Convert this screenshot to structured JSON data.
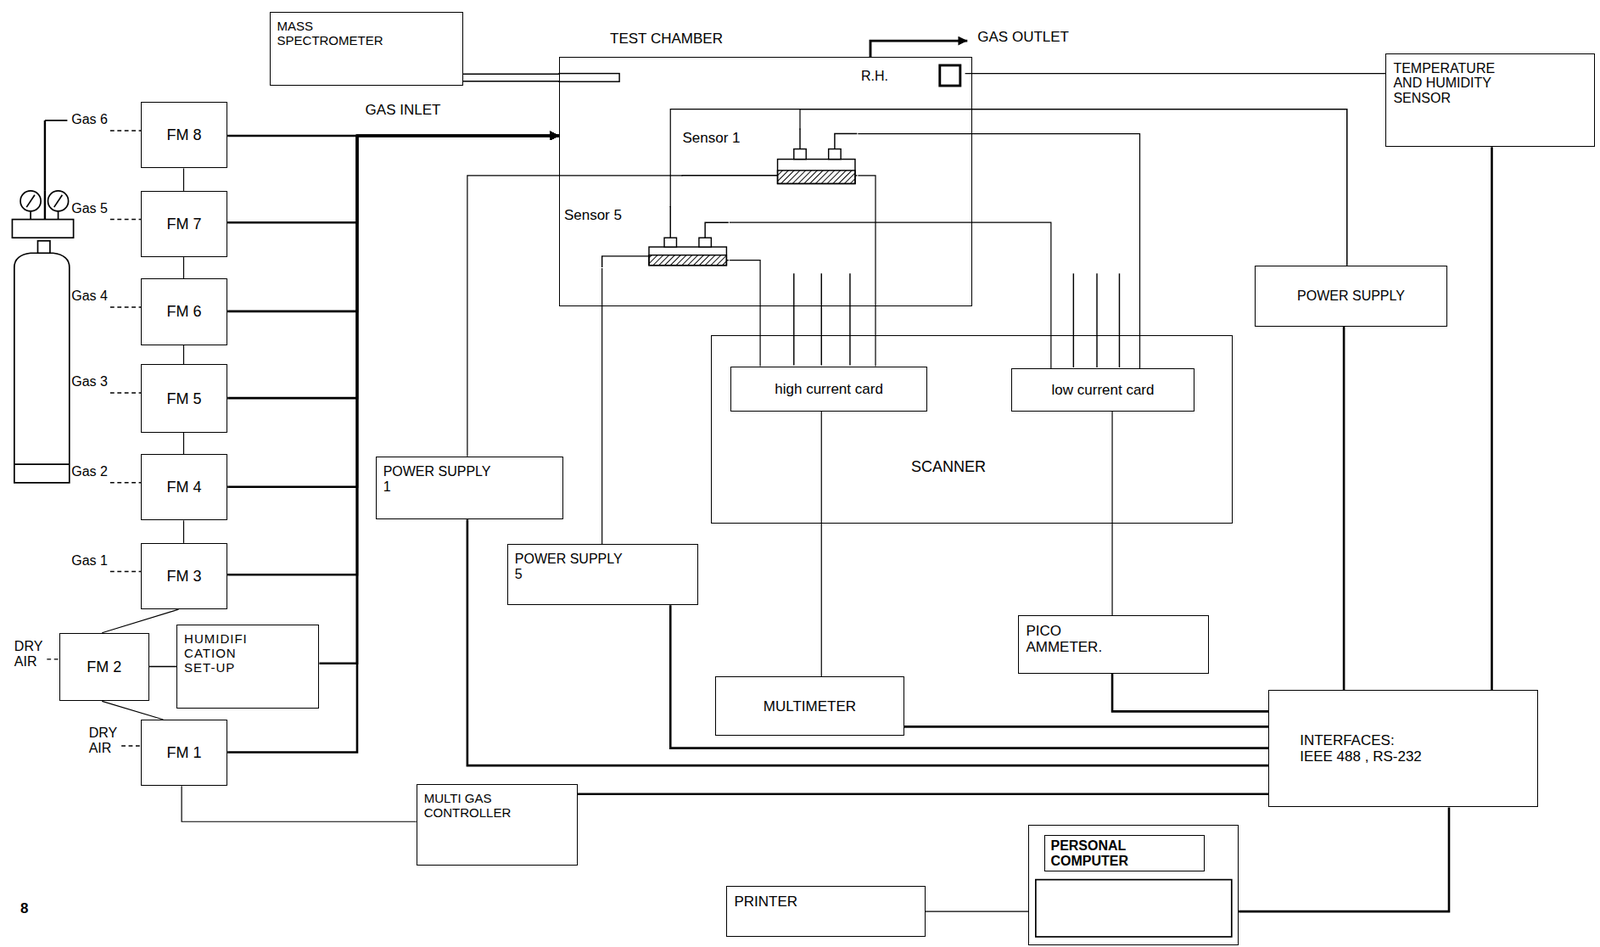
{
  "diagram": {
    "nodes": [
      {
        "text": [
          "MASS SPECTROMETER"
        ]
      },
      {
        "text": [
          "TEST CHAMBER"
        ]
      },
      {
        "text": [
          "R.H."
        ],
        "in": 1
      },
      {
        "text": [
          "Sensor 1"
        ],
        "in": 1
      },
      {
        "text": [
          "Sensor 5"
        ],
        "in": 1
      },
      {
        "text": [
          "TEMPERATURE AND HUMIDITY SENSOR"
        ]
      },
      {
        "text": [
          "FM 8"
        ]
      },
      {
        "text": [
          "FM 7"
        ]
      },
      {
        "text": [
          "FM 6"
        ]
      },
      {
        "text": [
          "FM 5"
        ]
      },
      {
        "text": [
          "FM 4"
        ]
      },
      {
        "text": [
          "FM 3"
        ]
      },
      {
        "text": [
          "FM 2"
        ]
      },
      {
        "text": [
          "HUMIDIFI CATION SET-UP"
        ]
      },
      {
        "text": [
          "FM 1"
        ]
      },
      {
        "text": [
          "POWER SUPPLY 1"
        ]
      },
      {
        "text": [
          "POWER SUPPLY 5"
        ]
      },
      {
        "text": [
          "POWER SUPPLY"
        ]
      },
      {
        "text": [
          "SCANNER"
        ]
      },
      {
        "text": [
          "high current card"
        ],
        "in": 18
      },
      {
        "text": [
          "low current card"
        ],
        "in": 18
      },
      {
        "text": [
          "PICO AMMETER."
        ]
      },
      {
        "text": [
          "MULTIMETER"
        ]
      },
      {
        "text": [
          "MULTI GAS CONTROLLER"
        ]
      },
      {
        "text": [
          "INTERFACES: IEEE 488 , RS-232"
        ]
      },
      {
        "text": [
          "PRINTER"
        ]
      },
      {
        "text": [
          "PERSONAL COMPUTER"
        ]
      }
    ],
    "edges": [
      {
        "from": 0,
        "to": 1,
        "arrow": "none"
      },
      {
        "from": 6,
        "to": 1,
        "arrow": "to"
      },
      {
        "from": 7,
        "to": 1,
        "arrow": "to"
      },
      {
        "from": 8,
        "to": 1,
        "arrow": "to"
      },
      {
        "from": 9,
        "to": 1,
        "arrow": "to"
      },
      {
        "from": 10,
        "to": 1,
        "arrow": "to"
      },
      {
        "from": 11,
        "to": 1,
        "arrow": "to"
      },
      {
        "from": 13,
        "to": 1,
        "arrow": "to"
      },
      {
        "from": 14,
        "to": 1,
        "arrow": "to"
      },
      {
        "from": 12,
        "to": 13,
        "arrow": "none"
      },
      {
        "from": 6,
        "to": 7,
        "arrow": "none"
      },
      {
        "from": 7,
        "to": 8,
        "arrow": "none"
      },
      {
        "from": 8,
        "to": 9,
        "arrow": "none"
      },
      {
        "from": 9,
        "to": 10,
        "arrow": "none"
      },
      {
        "from": 10,
        "to": 11,
        "arrow": "none"
      },
      {
        "from": 11,
        "to": 12,
        "arrow": "none"
      },
      {
        "from": 12,
        "to": 14,
        "arrow": "none"
      },
      {
        "from": 14,
        "to": 23,
        "arrow": "none"
      },
      {
        "from": 2,
        "to": 5,
        "arrow": "none"
      },
      {
        "from": 17,
        "to": 3,
        "arrow": "none"
      },
      {
        "from": 17,
        "to": 4,
        "arrow": "none"
      },
      {
        "from": 15,
        "to": 3,
        "arrow": "none"
      },
      {
        "from": 16,
        "to": 4,
        "arrow": "none"
      },
      {
        "from": 3,
        "to": 19,
        "arrow": "none"
      },
      {
        "from": 4,
        "to": 19,
        "arrow": "none"
      },
      {
        "from": 3,
        "to": 20,
        "arrow": "none"
      },
      {
        "from": 4,
        "to": 20,
        "arrow": "none"
      },
      {
        "from": 19,
        "to": 22,
        "arrow": "none"
      },
      {
        "from": 20,
        "to": 21,
        "arrow": "none"
      },
      {
        "from": 5,
        "to": 24,
        "arrow": "none"
      },
      {
        "from": 17,
        "to": 24,
        "arrow": "none"
      },
      {
        "from": 21,
        "to": 24,
        "arrow": "none"
      },
      {
        "from": 22,
        "to": 24,
        "arrow": "none"
      },
      {
        "from": 16,
        "to": 24,
        "arrow": "none"
      },
      {
        "from": 15,
        "to": 24,
        "arrow": "none"
      },
      {
        "from": 23,
        "to": 24,
        "arrow": "none"
      },
      {
        "from": 24,
        "to": 26,
        "arrow": "none"
      },
      {
        "from": 25,
        "to": 26,
        "arrow": "none"
      }
    ],
    "labels": [
      "Gas 6",
      "Gas 5",
      "Gas 4",
      "Gas 3",
      "Gas 2",
      "Gas 1",
      "DRY AIR",
      "DRY AIR",
      "GAS INLET",
      "GAS OUTLET",
      "8"
    ]
  }
}
